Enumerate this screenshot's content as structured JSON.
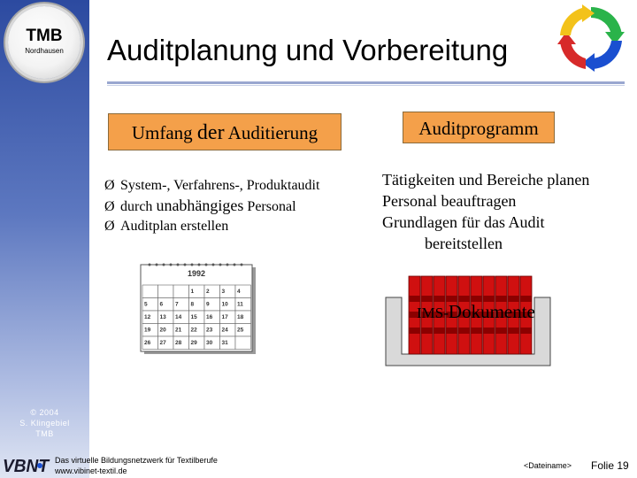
{
  "sidebar": {
    "logo": {
      "main": "TMB",
      "sub": "Nordhausen"
    },
    "copyright": [
      "© 2004",
      "S. Klingebiel",
      "TMB"
    ]
  },
  "header": {
    "title": "Auditplanung und Vorbereitung"
  },
  "left": {
    "box": {
      "prefix": "Umfang ",
      "big": "der",
      "suffix": " Auditierung"
    },
    "items": [
      {
        "marker": "Ø",
        "text": "System-, Verfahrens-, Produktaudit"
      },
      {
        "marker": "Ø",
        "pre": "durch ",
        "big": "unabhängiges",
        "post": " Personal"
      },
      {
        "marker": "Ø",
        "text": "Auditplan erstellen"
      }
    ],
    "calendar": {
      "year": "1992",
      "rows": [
        [
          "",
          "",
          "",
          "1",
          "2",
          "3",
          "4"
        ],
        [
          "5",
          "6",
          "7",
          "8",
          "9",
          "10",
          "11"
        ],
        [
          "12",
          "13",
          "14",
          "15",
          "16",
          "17",
          "18"
        ],
        [
          "19",
          "20",
          "21",
          "22",
          "23",
          "24",
          "25"
        ],
        [
          "26",
          "27",
          "28",
          "29",
          "30",
          "31",
          ""
        ]
      ]
    }
  },
  "right": {
    "box": "Auditprogramm",
    "items": [
      {
        "marker": "",
        "text": "Tätigkeiten und Bereiche planen"
      },
      {
        "marker": "",
        "text": "Personal beauftragen"
      },
      {
        "marker": "",
        "text": "Grundlagen für das Audit"
      },
      {
        "marker": "",
        "text": "bereitstellen"
      }
    ],
    "docs_label": {
      "prefix": "IMS-",
      "text": "Dokumente"
    }
  },
  "footer": {
    "logo": "VBNT",
    "line1": "Das virtuelle Bildungsnetzwerk für Textilberufe",
    "line2": "www.vibinet-textil.de",
    "filename": "<Dateiname>",
    "slide": "Folie 19"
  }
}
